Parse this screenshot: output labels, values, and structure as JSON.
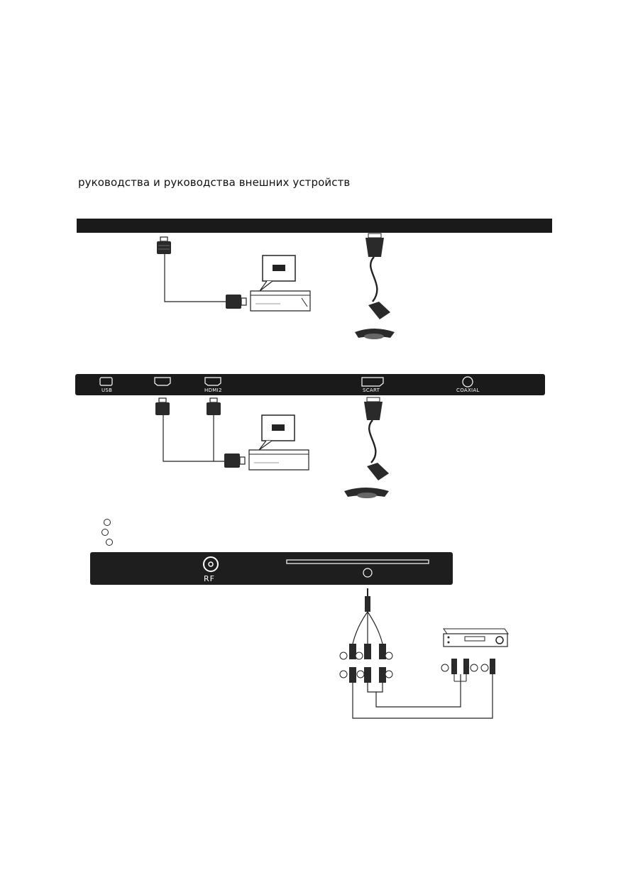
{
  "document": {
    "heading": "руководства и руководства внешних устройств"
  },
  "panel1": {
    "ports": [
      {
        "label": "USB",
        "icon": "usb-port-icon"
      },
      {
        "label": "",
        "icon": "hdmi1-port-icon"
      },
      {
        "label": "HDMI2",
        "icon": "hdmi2-port-icon"
      },
      {
        "label": "SCART",
        "icon": "scart-port-icon"
      },
      {
        "label": "COAXIAL",
        "icon": "coaxial-port-icon"
      }
    ]
  },
  "panel2": {
    "rf_label": "RF"
  },
  "colors": {
    "panel": "#1a1a1a",
    "line": "#222222",
    "background": "#ffffff"
  }
}
